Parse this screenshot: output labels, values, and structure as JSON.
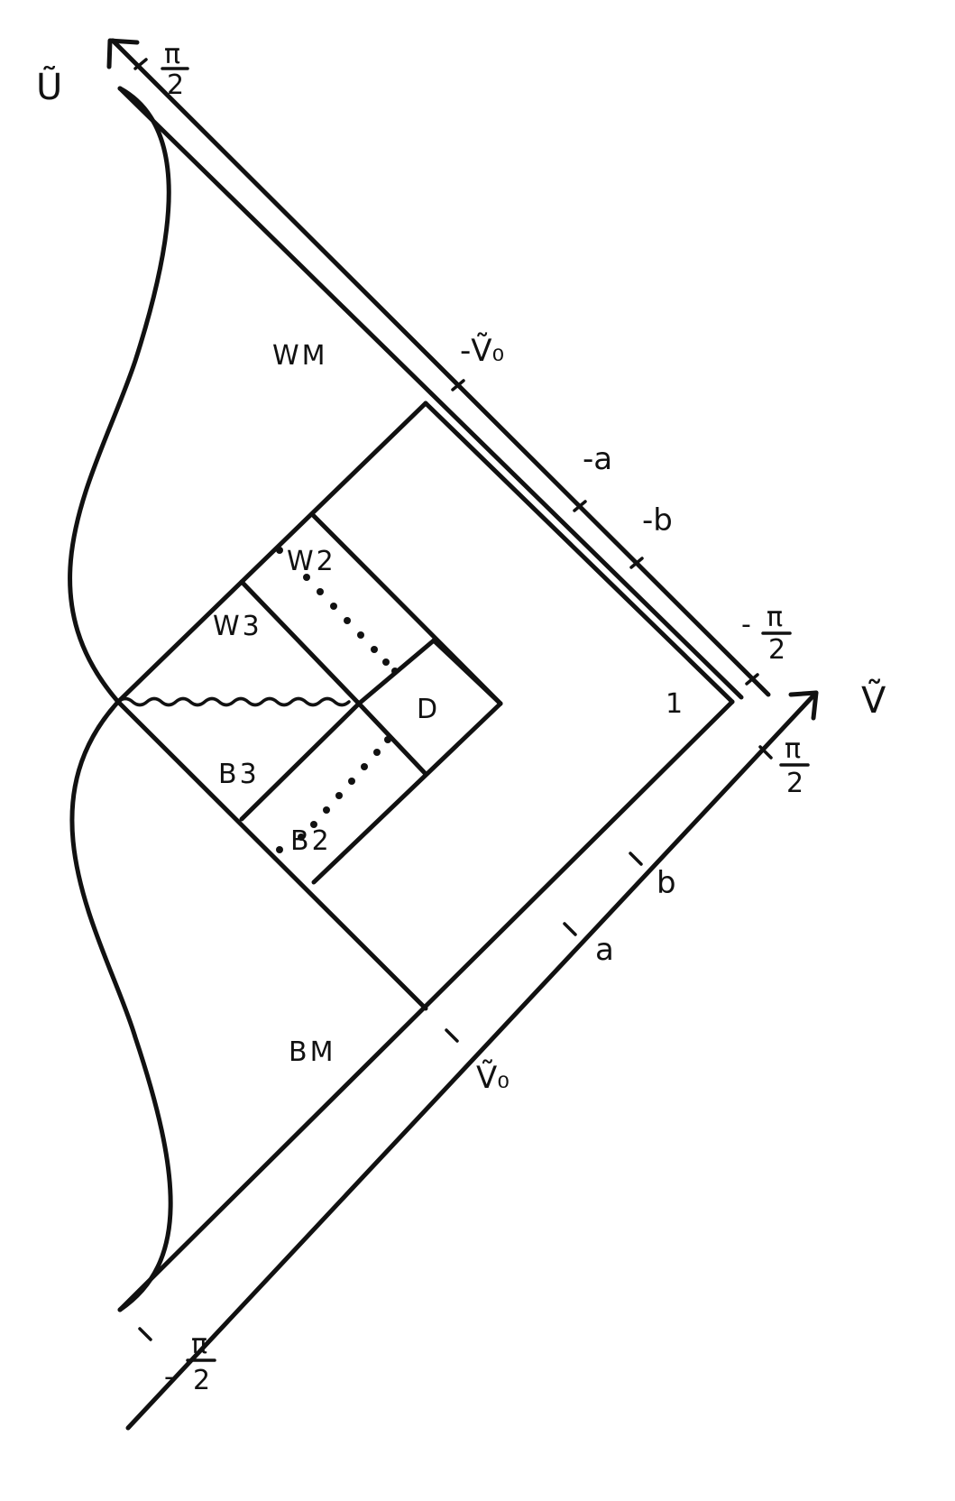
{
  "axes": {
    "u_label": "Ũ",
    "v_label": "Ṽ"
  },
  "u_axis_ticks": {
    "pi_over_2_num": "π",
    "pi_over_2_den": "2",
    "v0": "-Ṽ₀",
    "a": "-a",
    "b": "-b",
    "minus_pi_over_2_sign": "-",
    "minus_pi_over_2_num": "π",
    "minus_pi_over_2_den": "2"
  },
  "v_axis_ticks": {
    "pi_over_2_num": "π",
    "pi_over_2_den": "2",
    "b": "b",
    "a": "a",
    "v0": "Ṽ₀",
    "minus_pi_over_2_sign": "-",
    "minus_pi_over_2_num": "π",
    "minus_pi_over_2_den": "2"
  },
  "regions": {
    "wm": "WM",
    "bm": "BM",
    "w2": "W2",
    "w3": "W3",
    "b2": "B2",
    "b3": "B3",
    "d": "D",
    "one": "1"
  }
}
